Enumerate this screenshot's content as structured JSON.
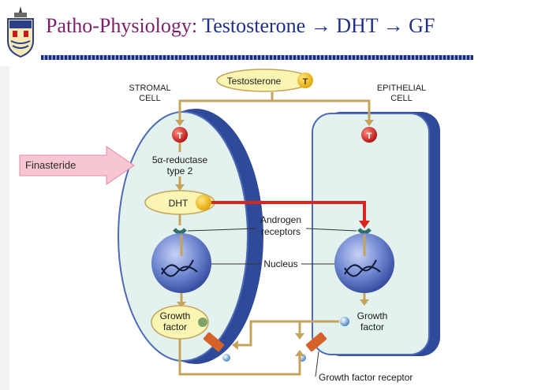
{
  "slide": {
    "title_part1": "Patho-Physiology: ",
    "title_part2": "Testosterone → DHT → GF",
    "crest_icon": "university-crest-icon"
  },
  "diagram": {
    "testosterone_label": "Testosterone",
    "t_badge": "T",
    "stromal_label_line1": "STROMAL",
    "stromal_label_line2": "CELL",
    "epithelial_label_line1": "EPITHELIAL",
    "epithelial_label_line2": "CELL",
    "finasteride_label": "Finasteride",
    "enzyme_line1": "5α-reductase",
    "enzyme_line2": "type 2",
    "dht_label": "DHT",
    "androgen_line1": "Androgen",
    "androgen_line2": "receptors",
    "nucleus_label": "Nucleus",
    "growth_factor_stromal_line1": "Growth",
    "growth_factor_stromal_line2": "factor",
    "growth_factor_epi_line1": "Growth",
    "growth_factor_epi_line2": "factor",
    "gf_receptor_label": "Growth factor receptor",
    "colors": {
      "stromal_fill": "#e3f1ef",
      "cell_edge": "#2a3f86",
      "arrow": "#c4a45c",
      "dht_arrow": "#d8251f",
      "t_badge": "#c9171c",
      "nucleus": "#5a74c6",
      "finasteride_arrow": "#f7c6d3"
    }
  }
}
